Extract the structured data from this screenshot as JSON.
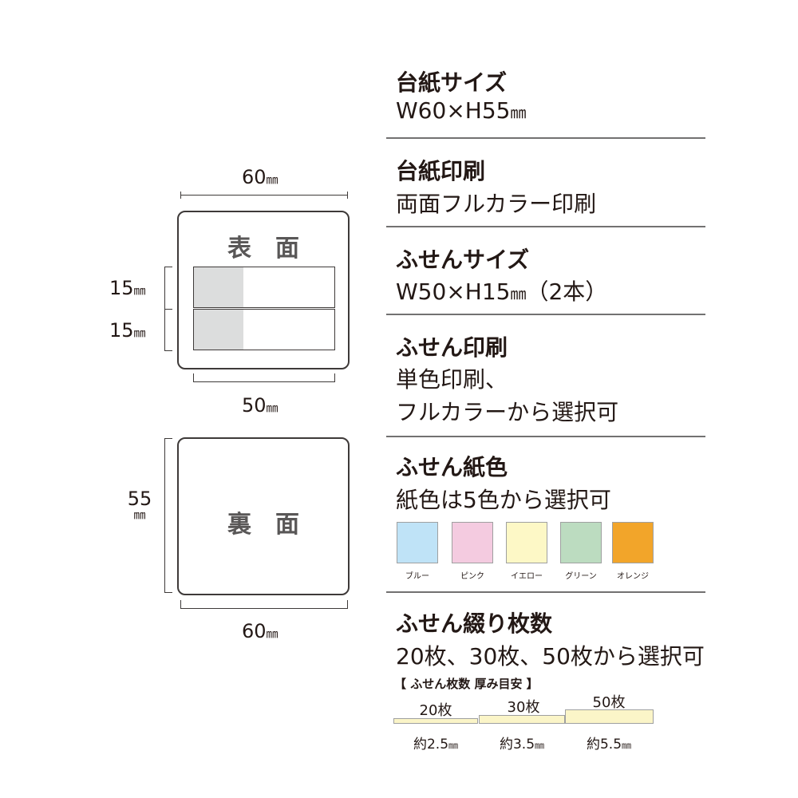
{
  "diagram": {
    "front_label": "表面",
    "back_label": "裏面",
    "dims": {
      "top_width": "60",
      "top_width_unit": "㎜",
      "fusen_width": "50",
      "fusen_width_unit": "㎜",
      "fusen_h1": "15",
      "fusen_h1_unit": "㎜",
      "fusen_h2": "15",
      "fusen_h2_unit": "㎜",
      "back_height": "55",
      "back_height_unit": "㎜",
      "back_width": "60",
      "back_width_unit": "㎜"
    }
  },
  "specs": [
    {
      "title": "台紙サイズ",
      "value": "W60×H55",
      "value_unit": "㎜"
    },
    {
      "title": "台紙印刷",
      "value": "両面フルカラー印刷"
    },
    {
      "title": "ふせんサイズ",
      "value": "W50×H15",
      "value_unit": "㎜",
      "value_suffix": "（2本）"
    },
    {
      "title": "ふせん印刷",
      "value_line1": "単色印刷、",
      "value_line2": "フルカラーから選択可"
    },
    {
      "title": "ふせん紙色",
      "value": "紙色は5色から選択可"
    },
    {
      "title": "ふせん綴り枚数",
      "value": "20枚、30枚、50枚から選択可"
    }
  ],
  "colors": [
    {
      "label": "ブルー",
      "hex": "#bfe3f7"
    },
    {
      "label": "ピンク",
      "hex": "#f4cbe0"
    },
    {
      "label": "イエロー",
      "hex": "#fdf8c6"
    },
    {
      "label": "グリーン",
      "hex": "#bcdcc0"
    },
    {
      "label": "オレンジ",
      "hex": "#f2a52a"
    }
  ],
  "thickness": {
    "heading": "【 ふせん枚数 厚み目安 】",
    "items": [
      {
        "count": "20枚",
        "approx": "約2.5",
        "unit": "㎜"
      },
      {
        "count": "30枚",
        "approx": "約3.5",
        "unit": "㎜"
      },
      {
        "count": "50枚",
        "approx": "約5.5",
        "unit": "㎜"
      }
    ]
  }
}
